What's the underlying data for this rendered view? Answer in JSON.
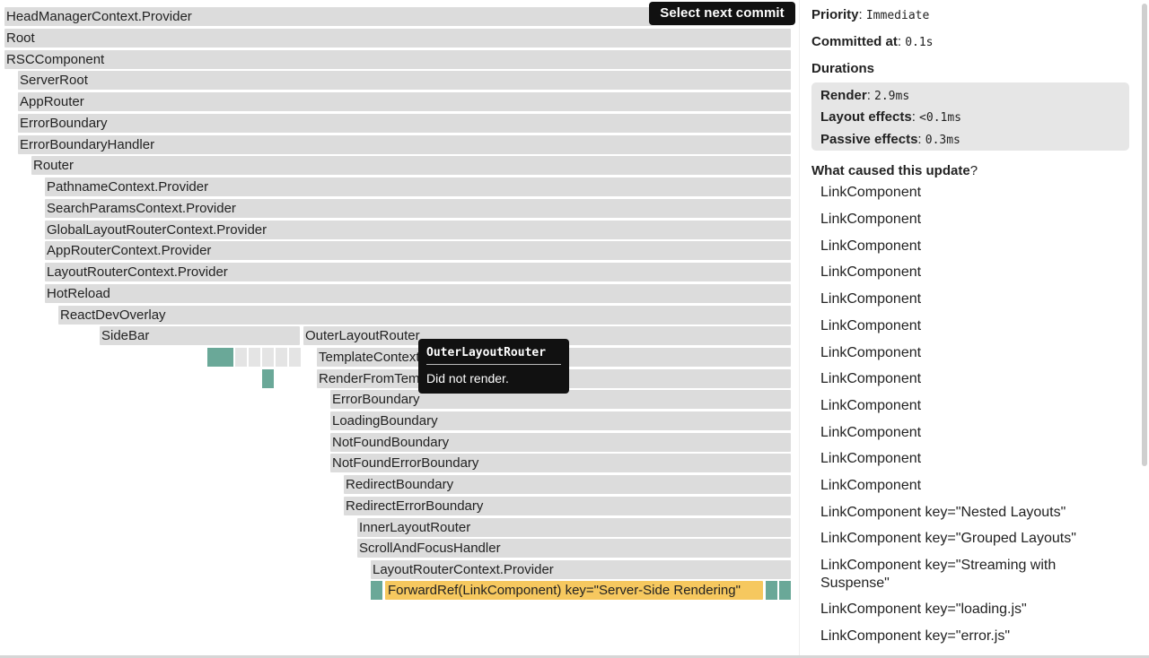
{
  "toolbar": {
    "next_commit_tooltip": "Select next commit"
  },
  "flame": {
    "bars": [
      "HeadManagerContext.Provider",
      "Root",
      "RSCComponent",
      "ServerRoot",
      "AppRouter",
      "ErrorBoundary",
      "ErrorBoundaryHandler",
      "Router",
      "PathnameContext.Provider",
      "SearchParamsContext.Provider",
      "GlobalLayoutRouterContext.Provider",
      "AppRouterContext.Provider",
      "LayoutRouterContext.Provider",
      "HotReload",
      "ReactDevOverlay",
      "SideBar",
      "OuterLayoutRouter",
      "TemplateContext.Provider",
      "RenderFromTemplateContext",
      "ErrorBoundary",
      "LoadingBoundary",
      "NotFoundBoundary",
      "NotFoundErrorBoundary",
      "RedirectBoundary",
      "RedirectErrorBoundary",
      "InnerLayoutRouter",
      "ScrollAndFocusHandler",
      "LayoutRouterContext.Provider",
      "ForwardRef(LinkComponent) key=\"Server-Side Rendering\""
    ],
    "tooltip": {
      "title": "OuterLayoutRouter",
      "body": "Did not render."
    },
    "highlight_color": "#f6c85f",
    "rendered_color": "#6aa898",
    "not_rendered_color": "#dcdcdc"
  },
  "sidebar": {
    "priority_label": "Priority",
    "priority_value": "Immediate",
    "committed_label": "Committed at",
    "committed_value": "0.1s",
    "durations_heading": "Durations",
    "render_label": "Render",
    "render_value": "2.9ms",
    "layout_label": "Layout effects",
    "layout_value": "<0.1ms",
    "passive_label": "Passive effects",
    "passive_value": "0.3ms",
    "cause_heading": "What caused this update",
    "cause_qmark": "?",
    "causes": [
      "LinkComponent",
      "LinkComponent",
      "LinkComponent",
      "LinkComponent",
      "LinkComponent",
      "LinkComponent",
      "LinkComponent",
      "LinkComponent",
      "LinkComponent",
      "LinkComponent",
      "LinkComponent",
      "LinkComponent",
      "LinkComponent key=\"Nested Layouts\"",
      "LinkComponent key=\"Grouped Layouts\"",
      "LinkComponent key=\"Streaming with Suspense\"",
      "LinkComponent key=\"loading.js\"",
      "LinkComponent key=\"error.js\""
    ]
  }
}
